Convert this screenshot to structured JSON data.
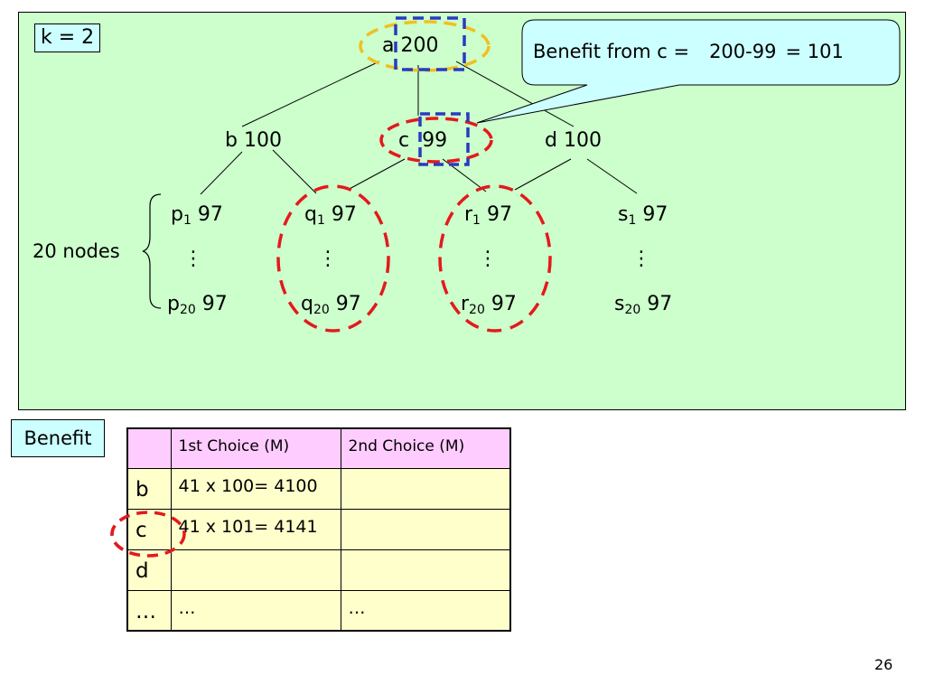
{
  "k_label": "k = 2",
  "callout": {
    "prefix": "Benefit from c =",
    "expr": "200-99",
    "result": "= 101"
  },
  "tree": {
    "root": {
      "letter": "a",
      "value": "200"
    },
    "level1": [
      {
        "letter": "b",
        "value": "100"
      },
      {
        "letter": "c",
        "value": "99"
      },
      {
        "letter": "d",
        "value": "100"
      }
    ],
    "leaf_groups": [
      {
        "letter": "p",
        "value": "97",
        "first_sub": "1",
        "last_sub": "20"
      },
      {
        "letter": "q",
        "value": "97",
        "first_sub": "1",
        "last_sub": "20"
      },
      {
        "letter": "r",
        "value": "97",
        "first_sub": "1",
        "last_sub": "20"
      },
      {
        "letter": "s",
        "value": "97",
        "first_sub": "1",
        "last_sub": "20"
      }
    ],
    "group_label": "20 nodes",
    "ellipsis": "⋮"
  },
  "benefit_label": "Benefit",
  "table": {
    "headers": [
      "",
      "1st Choice (M)",
      "2nd Choice (M)"
    ],
    "rows": [
      [
        "b",
        "41 x 100= 4100",
        ""
      ],
      [
        "c",
        "41 x 101= 4141",
        ""
      ],
      [
        "d",
        "",
        ""
      ],
      [
        "…",
        "…",
        "…"
      ]
    ]
  },
  "page_number": "26",
  "colors": {
    "panel": "#ccffcc",
    "callout": "#ccffff",
    "table_header": "#ffccff",
    "table_body": "#ffffcc",
    "dash_red": "#e31a1c",
    "dash_blue": "#2b3bbf",
    "dash_gold": "#f0c020"
  }
}
